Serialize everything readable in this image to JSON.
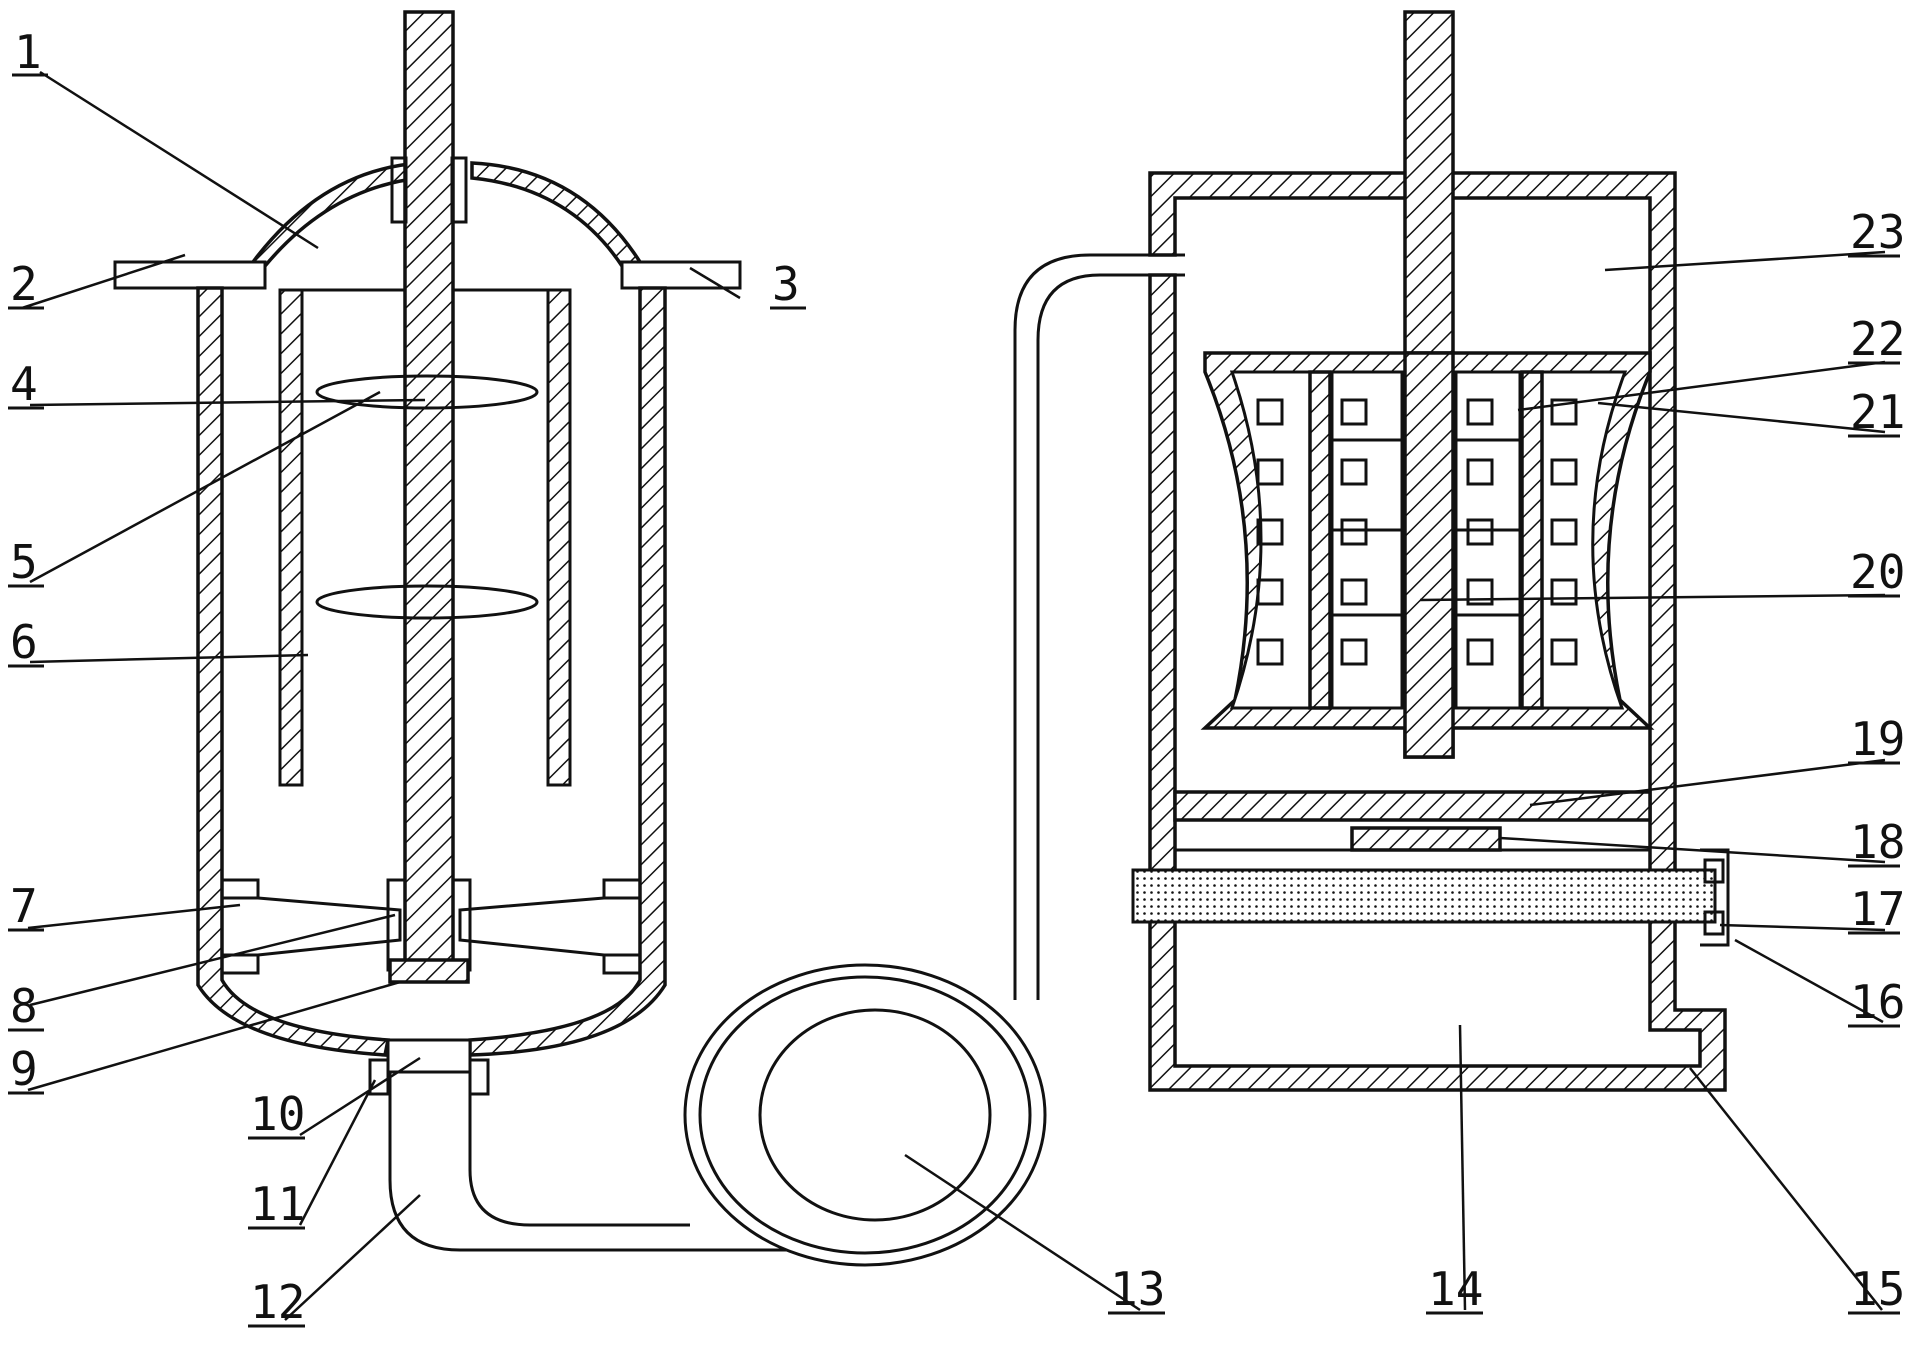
{
  "labels": [
    "1",
    "2",
    "3",
    "4",
    "5",
    "6",
    "7",
    "8",
    "9",
    "10",
    "11",
    "12",
    "13",
    "14",
    "15",
    "16",
    "17",
    "18",
    "19",
    "20",
    "21",
    "22",
    "23"
  ],
  "colors": {
    "ink": "#111111",
    "paper": "#ffffff"
  }
}
